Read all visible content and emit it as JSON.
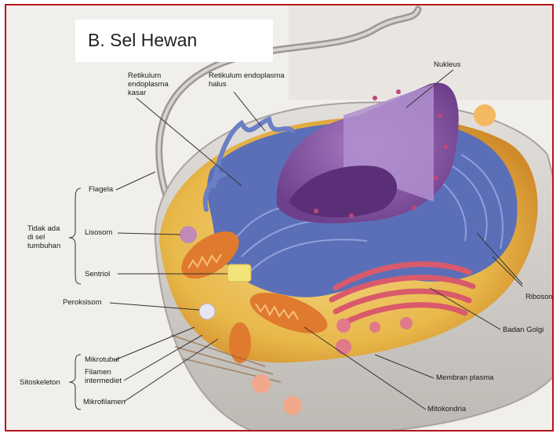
{
  "title": "B. Sel Hewan",
  "labels": {
    "retikulum_kasar": "Retikulum\nendoplasma\nkasar",
    "retikulum_halus": "Retikulum endoplasma\nhalus",
    "nukleus": "Nukleus",
    "flagela": "Flagela",
    "tidak_ada": "Tidak ada\ndi sel\ntumbuhan",
    "lisosom": "Lisosom",
    "sentriol": "Sentriol",
    "peroksisom": "Peroksisom",
    "ribosom": "Ribosom",
    "badan_golgi": "Badan Golgi",
    "sitoskeleton": "Sitoskeleton",
    "mikrotubul": "Mikrotubul",
    "filamen": "Filamen\nintermediet",
    "mikrofilamen": "Mikrofilamen",
    "membran": "Membran plasma",
    "mitokondria": "Mitokondria"
  },
  "colors": {
    "frame_border": "#b3141b",
    "cytoplasm": "#e8b84a",
    "er": "#5b6fb8",
    "nucleus": "#8e5aa8",
    "golgi": "#d95a6b",
    "mitochondria": "#e07a2e",
    "membrane": "#c9c6c2"
  }
}
